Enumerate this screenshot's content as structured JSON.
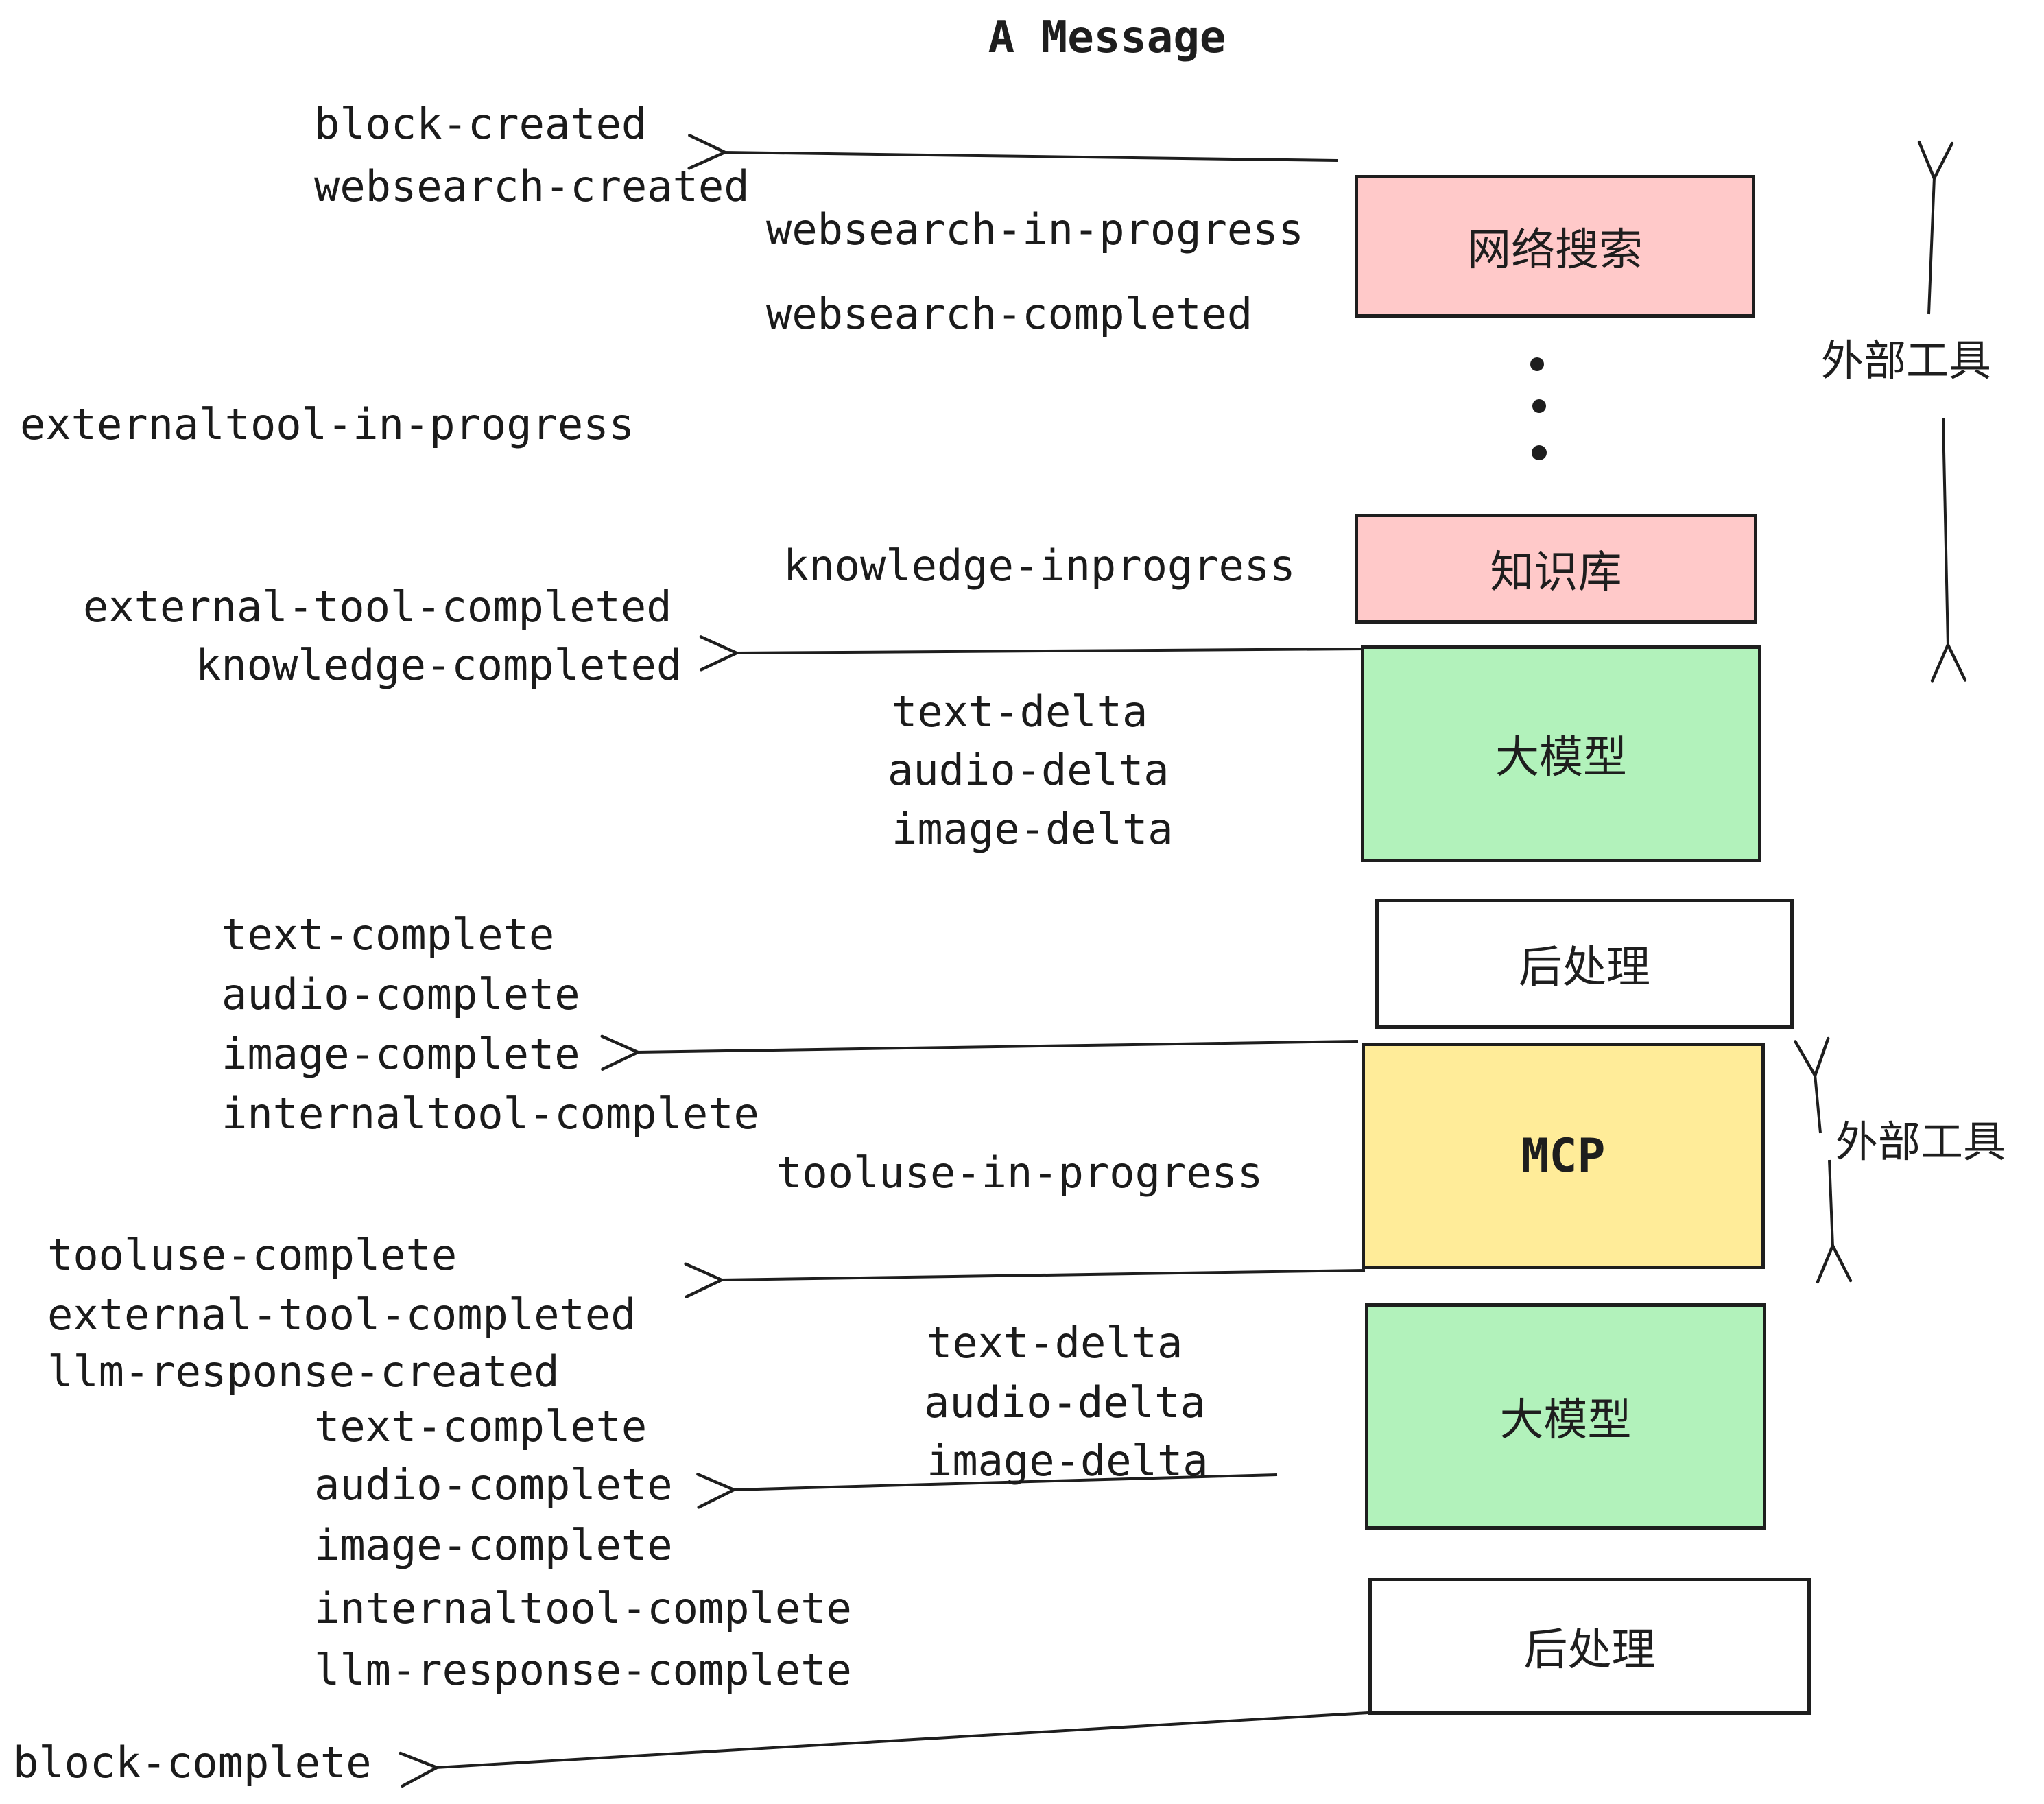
{
  "title": "A Message",
  "events": {
    "block_created": "block-created",
    "websearch_created": "websearch-created",
    "websearch_in_progress": "websearch-in-progress",
    "websearch_completed": "websearch-completed",
    "externaltool_in_progress": "externaltool-in-progress",
    "knowledge_inprogress": "knowledge-inprogress",
    "external_tool_completed": "external-tool-completed",
    "knowledge_completed": "knowledge-completed",
    "text_delta": "text-delta",
    "audio_delta": "audio-delta",
    "image_delta": "image-delta",
    "text_complete": "text-complete",
    "audio_complete": "audio-complete",
    "image_complete": "image-complete",
    "internaltool_complete": "internaltool-complete",
    "tooluse_in_progress": "tooluse-in-progress",
    "tooluse_complete": "tooluse-complete",
    "llm_response_created": "llm-response-created",
    "llm_response_complete": "llm-response-complete",
    "block_complete": "block-complete"
  },
  "boxes": {
    "websearch": {
      "label": "网络搜索",
      "fill": "#ffc9c9"
    },
    "knowledge": {
      "label": "知识库",
      "fill": "#ffc9c9"
    },
    "llm1": {
      "label": "大模型",
      "fill": "#b2f2bb"
    },
    "post1": {
      "label": "后处理",
      "fill": "#ffffff"
    },
    "mcp": {
      "label": "MCP",
      "fill": "#ffec99"
    },
    "llm2": {
      "label": "大模型",
      "fill": "#b2f2bb"
    },
    "post2": {
      "label": "后处理",
      "fill": "#ffffff"
    }
  },
  "annotations": {
    "external_tools": "外部工具"
  },
  "colors": {
    "ink": "#1e1e1e",
    "pink": "#ffc9c9",
    "green": "#b2f2bb",
    "yellow": "#ffec99",
    "white": "#ffffff"
  }
}
